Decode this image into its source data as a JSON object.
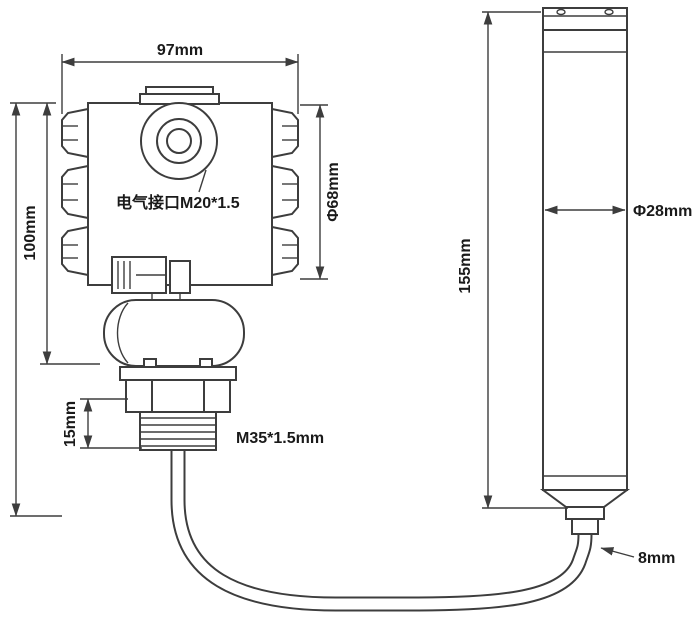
{
  "diagram": {
    "labels": {
      "housing_width": "97mm",
      "housing_height": "100mm",
      "housing_diameter": "Φ68mm",
      "electrical_port": "电气接口M20*1.5",
      "neck_height": "15mm",
      "process_thread": "M35*1.5mm",
      "probe_length": "155mm",
      "probe_diameter": "Φ28mm",
      "cable_diameter": "8mm"
    },
    "colors": {
      "line": "#3d3d3d",
      "text": "#1a1a1a",
      "background": "#ffffff"
    }
  }
}
